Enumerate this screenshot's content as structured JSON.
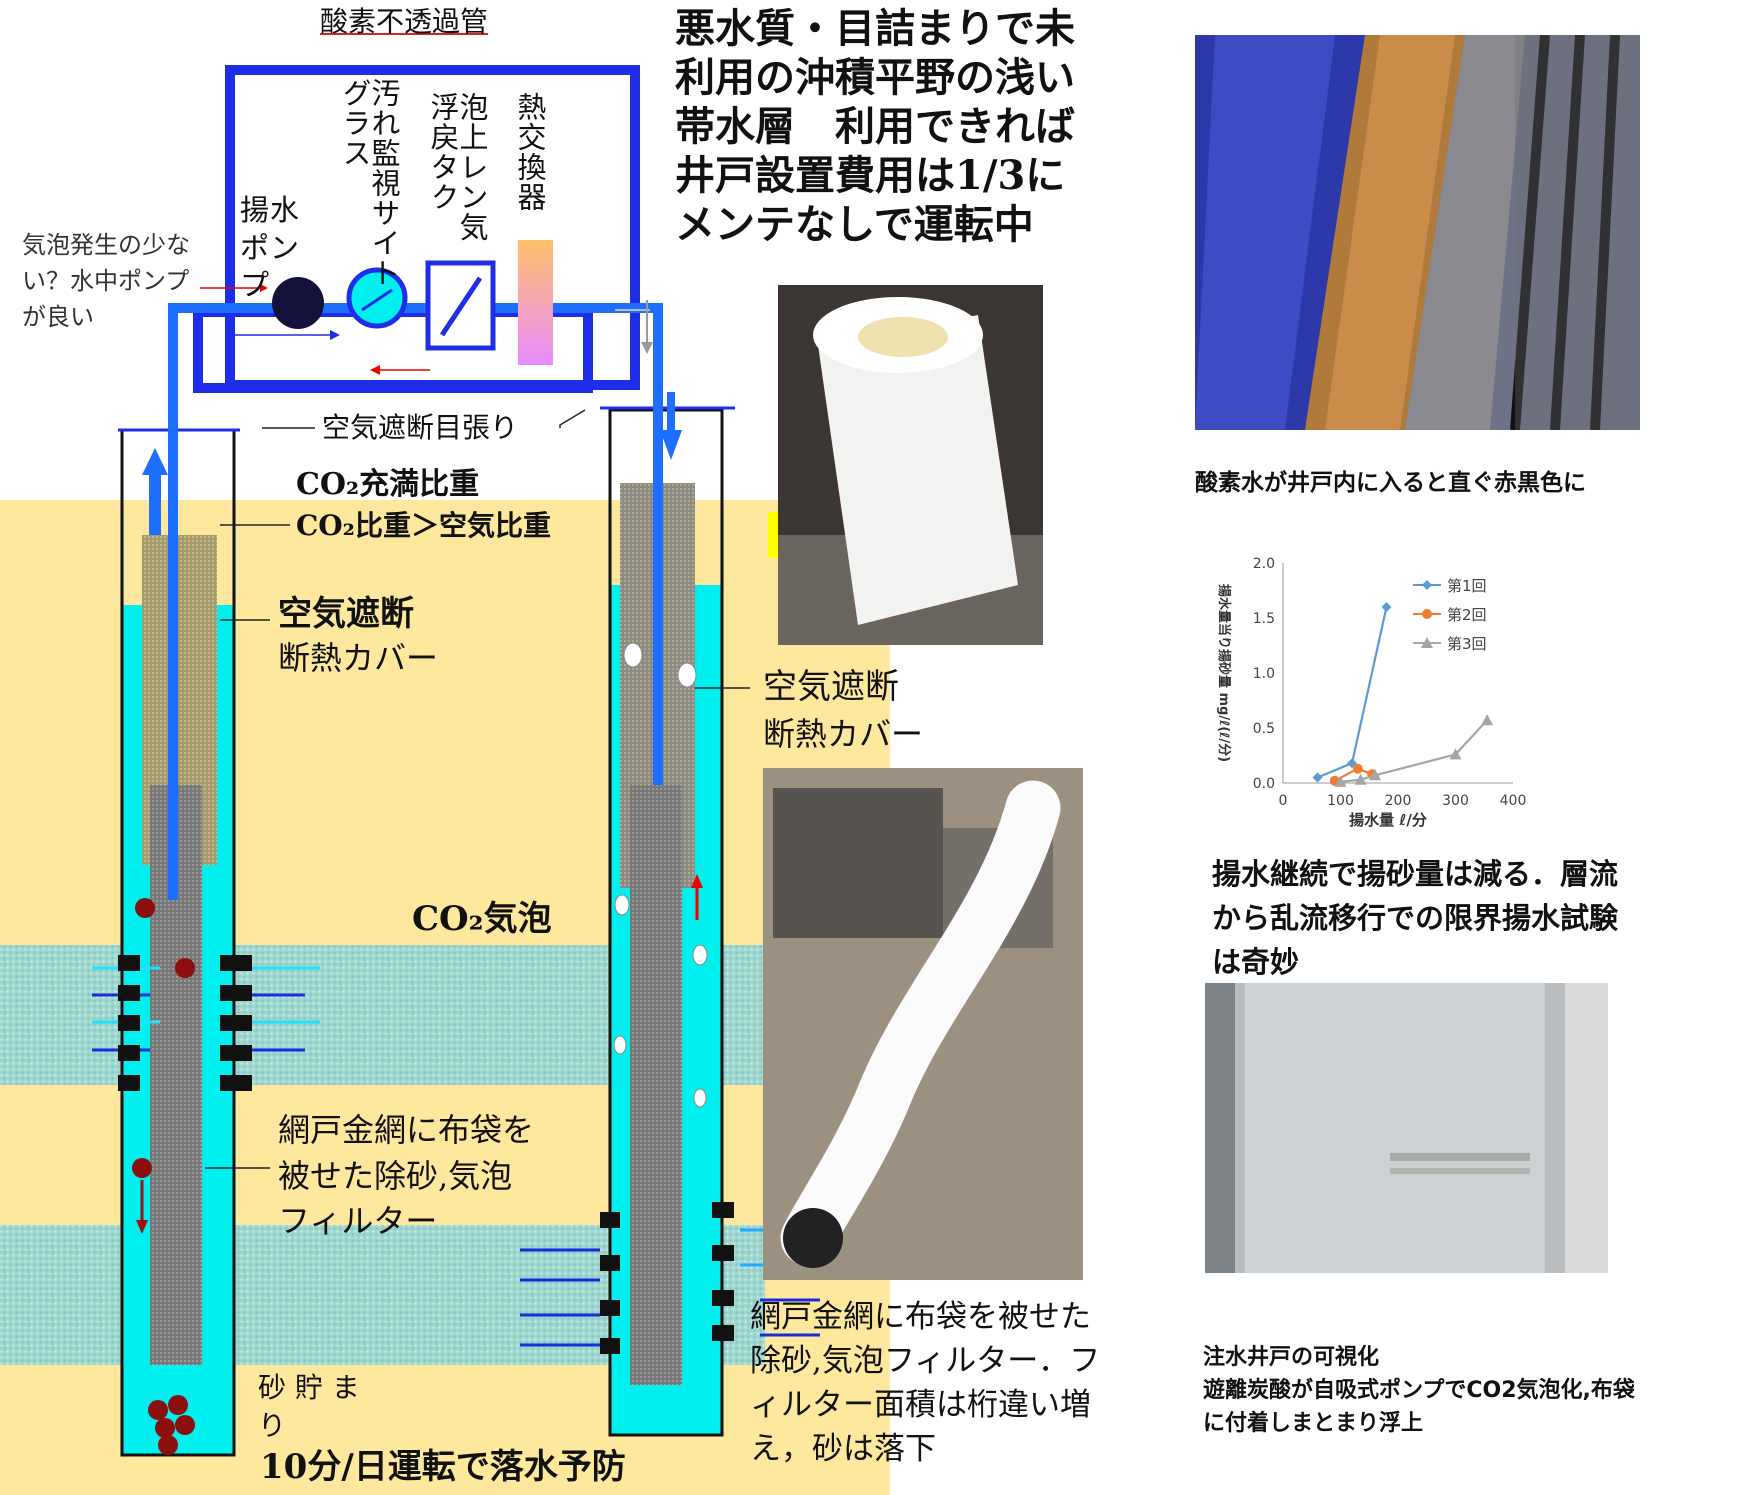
{
  "top_label": "酸素不透過管",
  "headline": [
    "悪水質・目詰まりで未",
    "利用の沖積平野の浅い",
    "帯水層　利用できれば",
    "井戸設置費用は1/3に",
    "メンテなしで運転中"
  ],
  "pump_note": [
    "気泡発生の少な",
    "い？水中ポンプ",
    "が良い"
  ],
  "component_labels": {
    "pump": "揚水ポンプ",
    "sight_glass": "汚れ監視サイトグラス",
    "float_tank": "泡上レン気浮戻タク",
    "heat_exchanger": "熱交換器"
  },
  "air_seal_label": "空気遮断目張り",
  "co2_fill_label": "CO₂充満比重",
  "co2_gravity_label": "CO₂比重＞空気比重",
  "cover_label_left": [
    "空気遮断",
    "断熱カバー"
  ],
  "cover_label_right": [
    "空気遮断",
    "断熱カバー"
  ],
  "co2_bubble_label": "CO₂気泡",
  "filter_label_left": [
    "網戸金網に布袋を",
    "被せた除砂,気泡",
    "フィルター"
  ],
  "filter_label_right": [
    "網戸金網に布袋を被せた",
    "除砂,気泡フィルター．フ",
    "ィルター面積は桁違い増",
    "え，砂は落下"
  ],
  "sand_label": [
    "砂 貯 ま",
    "り"
  ],
  "bottom_label": "10分/日運転で落水予防",
  "oxygen_caption": "酸素水が井戸内に入ると直ぐ赤黒色に",
  "pumping_note": [
    "揚水継続で揚砂量は減る．層流",
    "から乱流移行での限界揚水試験",
    "は奇妙"
  ],
  "injection_caption": [
    "注水井戸の可視化",
    "遊離炭酸が自吸式ポンプでCO2気泡化,布袋",
    "に付着しまとまり浮上"
  ],
  "chart_data": {
    "type": "line",
    "xlabel": "揚水量 ℓ/分",
    "ylabel": "揚水量当り揚砂量 mg/ℓ(ℓ/分)",
    "xlim": [
      0,
      400
    ],
    "ylim": [
      0,
      2.0
    ],
    "xticks": [
      "0",
      "100",
      "200",
      "300",
      "400"
    ],
    "yticks": [
      "0.0",
      "0.5",
      "1.0",
      "1.5",
      "2.0"
    ],
    "legend_position": "top-right",
    "series": [
      {
        "name": "第1回",
        "color": "#5b9bd5",
        "marker": "diamond",
        "x": [
          60,
          120,
          180
        ],
        "y": [
          0.05,
          0.18,
          1.6
        ]
      },
      {
        "name": "第2回",
        "color": "#ed7d31",
        "marker": "circle",
        "x": [
          90,
          130,
          155
        ],
        "y": [
          0.02,
          0.13,
          0.08
        ]
      },
      {
        "name": "第3回",
        "color": "#a5a5a5",
        "marker": "triangle",
        "x": [
          100,
          135,
          160,
          300,
          355
        ],
        "y": [
          0.01,
          0.03,
          0.07,
          0.26,
          0.57
        ]
      }
    ]
  }
}
